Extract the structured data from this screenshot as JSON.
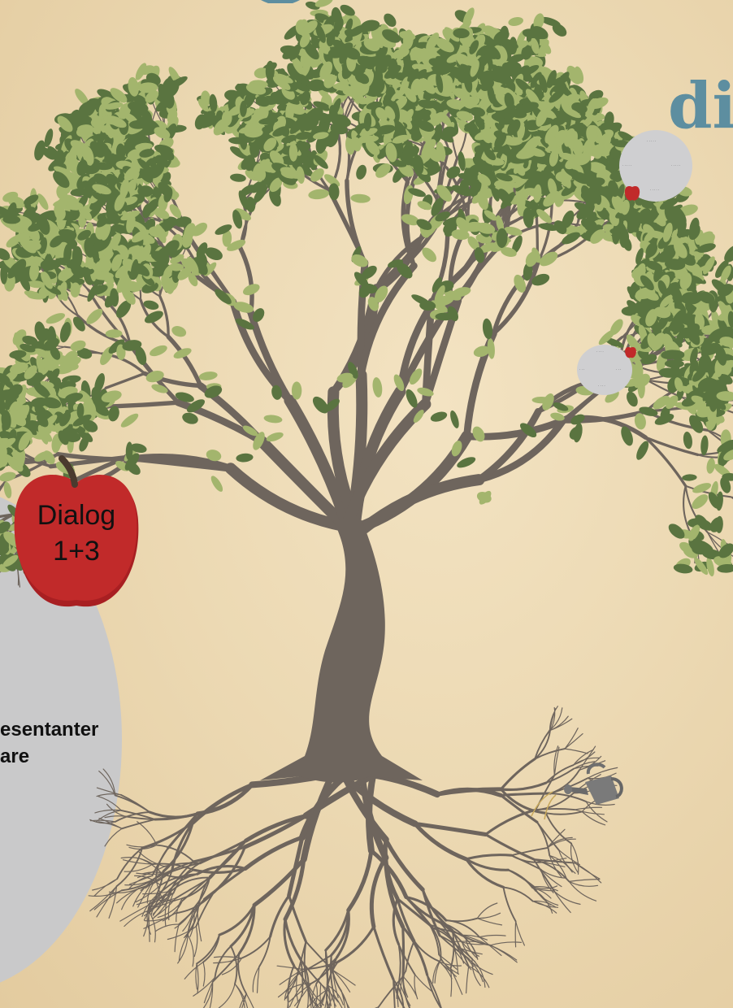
{
  "title_fragment": "dia",
  "main_apple": {
    "label": "Dialog\n1+3",
    "color": "#c12a2a"
  },
  "big_circle_text": "esentanter\nare",
  "colors": {
    "background": "#ecd9b3",
    "trunk": "#6e655d",
    "leaf_dark": "#5a7440",
    "leaf_light": "#a3b56d",
    "circle": "#c9c9ca",
    "title": "#5d8ea0"
  },
  "icons": [
    "apple-icon",
    "watering-can-icon",
    "tree-illustration"
  ]
}
